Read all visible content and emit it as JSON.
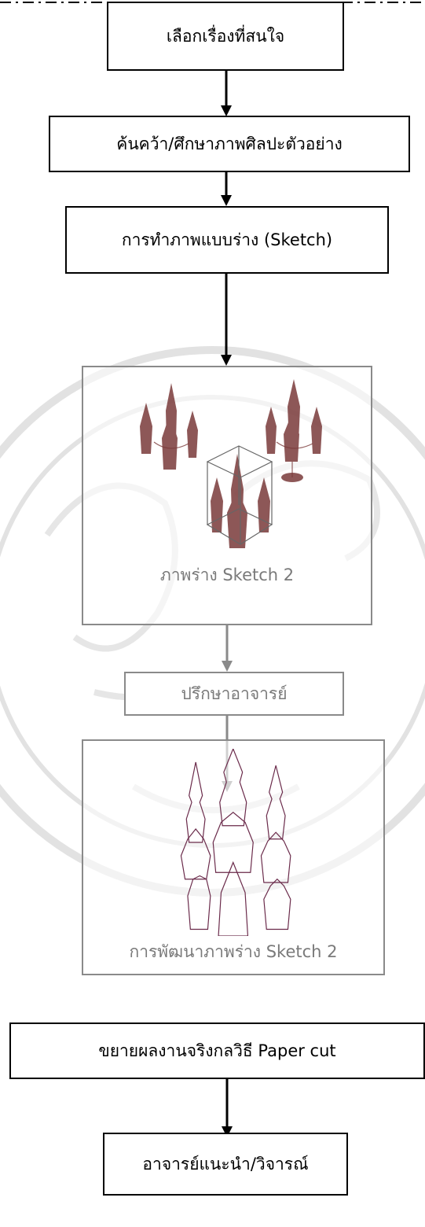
{
  "flowchart": {
    "steps": [
      {
        "label": "เลือกเรื่องที่สนใจ"
      },
      {
        "label": "ค้นคว้า/ศึกษาภาพศิลปะตัวอย่าง"
      },
      {
        "label": "การทำภาพแบบร่าง (Sketch)"
      },
      {
        "label": "ภาพร่าง Sketch 2"
      },
      {
        "label": "ปรึกษาอาจารย์"
      },
      {
        "label": "การพัฒนาภาพร่าง Sketch 2"
      },
      {
        "label": "ขยายผลงานจริงกลวิธี Paper cut"
      },
      {
        "label": "อาจารย์แนะนำ/วิจารณ์"
      }
    ]
  },
  "colors": {
    "primary_border": "#000000",
    "secondary_border": "#8a8a8a",
    "secondary_text": "#7a7a7a"
  }
}
